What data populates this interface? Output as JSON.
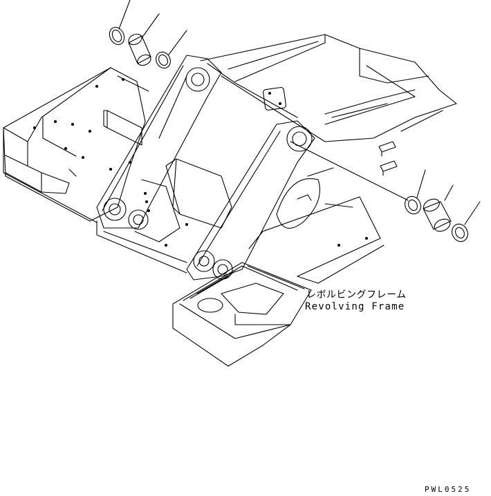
{
  "part_label": {
    "japanese": "レボルビングフレーム",
    "english": "Revolving Frame"
  },
  "drawing_code": "PWL0525",
  "colors": {
    "line": "#000000",
    "background": "#ffffff"
  },
  "parts": {
    "upper_left_group": [
      "seal-ring",
      "bushing",
      "seal-ring"
    ],
    "right_group": [
      "seal-ring",
      "bushing",
      "seal-ring"
    ]
  }
}
